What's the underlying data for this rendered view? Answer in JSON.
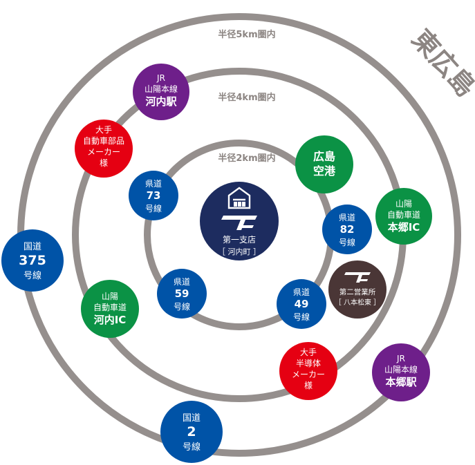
{
  "colors": {
    "ring": "#958f8d",
    "navy": "#1d2c5f",
    "purple": "#6e1f8a",
    "red": "#e50012",
    "green": "#0b9245",
    "blue": "#0053a7",
    "darkbrown": "#4a3636",
    "label_gray": "#8c8582"
  },
  "region_label": "東広島",
  "rings": [
    {
      "id": "ring-2km",
      "label": "半径2km圏内"
    },
    {
      "id": "ring-4km",
      "label": "半径4km圏内"
    },
    {
      "id": "ring-5km",
      "label": "半径5km圏内"
    }
  ],
  "center": {
    "icon": "warehouse-icon",
    "logo": "TC",
    "lines": [
      "第一支店",
      "［ 河内町 ］"
    ]
  },
  "second_office": {
    "logo": "TC",
    "lines": [
      "第二営業所",
      "［ 八本松東 ］"
    ]
  },
  "landmarks": [
    {
      "id": "jr-kouchi-station",
      "color": "purple",
      "lines": [
        "JR",
        "山陽本線",
        "河内駅"
      ]
    },
    {
      "id": "hiroshima-airport",
      "color": "green",
      "lines": [
        "広島",
        "空港"
      ]
    },
    {
      "id": "sanyo-hongo-ic",
      "color": "green",
      "lines": [
        "山陽",
        "自動車道",
        "本郷IC"
      ]
    },
    {
      "id": "parts-maker",
      "color": "red",
      "lines": [
        "大手",
        "自動車部品",
        "メーカー",
        "様"
      ]
    },
    {
      "id": "pref-road-73",
      "color": "blue",
      "lines": [
        "県道",
        "73",
        "号線"
      ]
    },
    {
      "id": "pref-road-82",
      "color": "blue",
      "lines": [
        "県道",
        "82",
        "号線"
      ]
    },
    {
      "id": "national-road-375",
      "color": "blue",
      "lines": [
        "国道",
        "375",
        "号線"
      ]
    },
    {
      "id": "pref-road-59",
      "color": "blue",
      "lines": [
        "県道",
        "59",
        "号線"
      ]
    },
    {
      "id": "sanyo-kouchi-ic",
      "color": "green",
      "lines": [
        "山陽",
        "自動車道",
        "河内IC"
      ]
    },
    {
      "id": "pref-road-49",
      "color": "blue",
      "lines": [
        "県道",
        "49",
        "号線"
      ]
    },
    {
      "id": "semiconductor-maker",
      "color": "red",
      "lines": [
        "大手",
        "半導体",
        "メーカー",
        "様"
      ]
    },
    {
      "id": "jr-hongo-station",
      "color": "purple",
      "lines": [
        "JR",
        "山陽本線",
        "本郷駅"
      ]
    },
    {
      "id": "national-road-2",
      "color": "blue",
      "lines": [
        "国道",
        "2",
        "号線"
      ]
    }
  ]
}
